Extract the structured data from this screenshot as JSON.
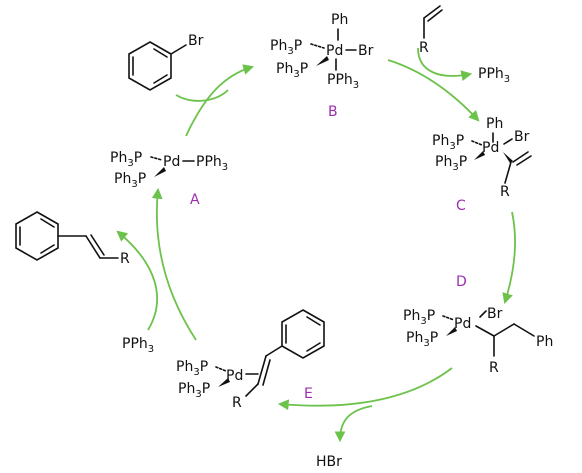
{
  "colors": {
    "arrow": "#6cc24a",
    "label": "#9b2fae",
    "ink": "#111111"
  },
  "labels": {
    "a": "A",
    "b": "B",
    "c": "C",
    "d": "D",
    "e": "E"
  },
  "reagents": {
    "aryl_halide_sub": "Br",
    "alkene_sub": "R",
    "product_sub": "R",
    "released_ligand_top": "PPh",
    "released_ligand_top_sub": "3",
    "released_ligand_left": "PPh",
    "released_ligand_left_sub": "3",
    "hbr": "HBr"
  },
  "complexA": {
    "metal": "Pd",
    "l1": "Ph",
    "l1_sub": "3",
    "l1_p": "P",
    "l2": "Ph",
    "l2_sub": "3",
    "l2_p": "P",
    "l3": "PPh",
    "l3_sub": "3"
  },
  "complexB": {
    "metal": "Pd",
    "top": "Ph",
    "right": "Br",
    "l1": "Ph",
    "l1_sub": "3",
    "l1_p": "P",
    "l2": "Ph",
    "l2_sub": "3",
    "l2_p": "P",
    "bottom": "PPh",
    "bottom_sub": "3"
  },
  "complexC": {
    "metal": "Pd",
    "top": "Ph",
    "right": "Br",
    "l1": "Ph",
    "l1_sub": "3",
    "l1_p": "P",
    "l2": "Ph",
    "l2_sub": "3",
    "l2_p": "P",
    "sub_r": "R"
  },
  "complexD": {
    "metal": "Pd",
    "top": "Br",
    "l1": "Ph",
    "l1_sub": "3",
    "l1_p": "P",
    "l2": "Ph",
    "l2_sub": "3",
    "l2_p": "P",
    "sub_r": "R",
    "ph": "Ph"
  },
  "complexE": {
    "metal": "Pd",
    "l1": "Ph",
    "l1_sub": "3",
    "l1_p": "P",
    "l2": "Ph",
    "l2_sub": "3",
    "l2_p": "P",
    "sub_r": "R"
  }
}
